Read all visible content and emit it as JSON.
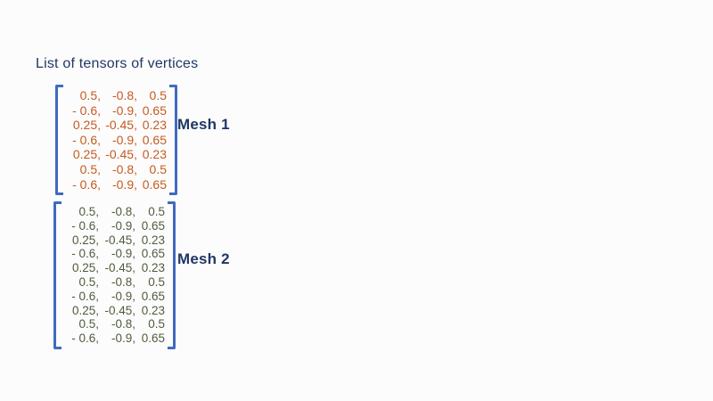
{
  "title": "List of tensors of vertices",
  "colors": {
    "background": "#fdfcfd",
    "heading_text": "#1f3864",
    "bracket_blue": "#3f6bbf"
  },
  "meshes": [
    {
      "label": "Mesh 1",
      "value_color": "#c45b1e",
      "rows": [
        [
          "0.5,",
          "-0.8,",
          "0.5"
        ],
        [
          "- 0.6,",
          "-0.9,",
          "0.65"
        ],
        [
          "0.25,",
          "-0.45,",
          "0.23"
        ],
        [
          "- 0.6,",
          "-0.9,",
          "0.65"
        ],
        [
          "0.25,",
          "-0.45,",
          "0.23"
        ],
        [
          "0.5,",
          "-0.8,",
          "0.5"
        ],
        [
          "- 0.6,",
          "-0.9,",
          "0.65"
        ]
      ]
    },
    {
      "label": "Mesh 2",
      "value_color": "#4e5d3a",
      "rows": [
        [
          "0.5,",
          "-0.8,",
          "0.5"
        ],
        [
          "- 0.6,",
          "-0.9,",
          "0.65"
        ],
        [
          "0.25,",
          "-0.45,",
          "0.23"
        ],
        [
          "- 0.6,",
          "-0.9,",
          "0.65"
        ],
        [
          "0.25,",
          "-0.45,",
          "0.23"
        ],
        [
          "0.5,",
          "-0.8,",
          "0.5"
        ],
        [
          "- 0.6,",
          "-0.9,",
          "0.65"
        ],
        [
          "0.25,",
          "-0.45,",
          "0.23"
        ],
        [
          "0.5,",
          "-0.8,",
          "0.5"
        ],
        [
          "- 0.6,",
          "-0.9,",
          "0.65"
        ]
      ]
    }
  ]
}
